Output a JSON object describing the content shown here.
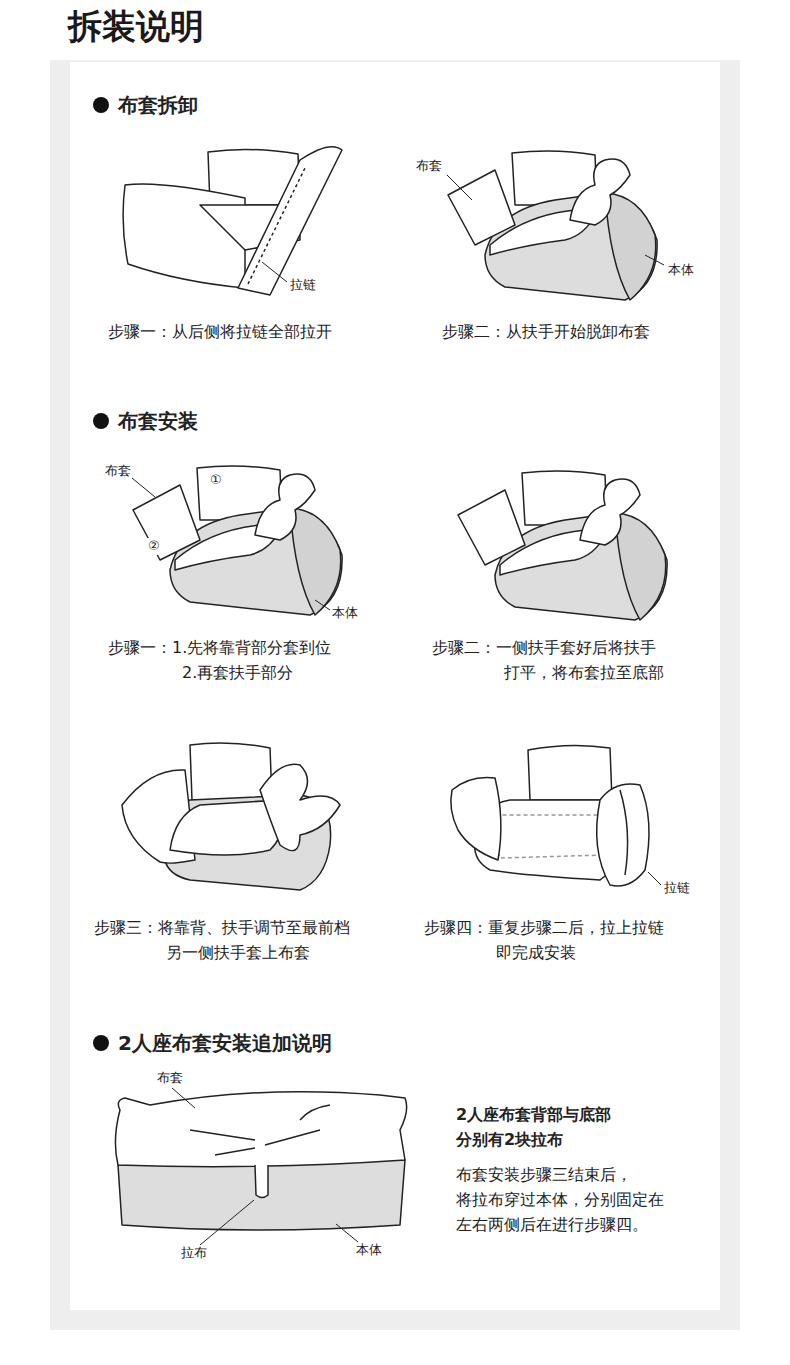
{
  "diagram": {
    "title": "拆装说明",
    "labels": [
      "布套拆卸",
      "拉链",
      "步骤一：从后侧将拉链全部拉开",
      "布套",
      "本体",
      "步骤二：从扶手开始脱卸布套",
      "布套安装",
      "布套",
      "①",
      "②",
      "本体",
      "步骤一：1.先将靠背部分套到位",
      "2.再套扶手部分",
      "步骤二：一侧扶手套好后将扶手",
      "打平，将布套拉至底部",
      "步骤三：将靠背、扶手调节至最前档",
      "另一侧扶手套上布套",
      "拉链",
      "步骤四：重复步骤二后，拉上拉链",
      "即完成安装",
      "2人座布套安装追加说明",
      "布套",
      "2人座布套背部与底部",
      "分别有2块拉布",
      "布套安装步骤三结束后，",
      "将拉布穿过本体，分别固定在",
      "左右两侧后在进行步骤四。",
      "拉布",
      "本体"
    ]
  }
}
